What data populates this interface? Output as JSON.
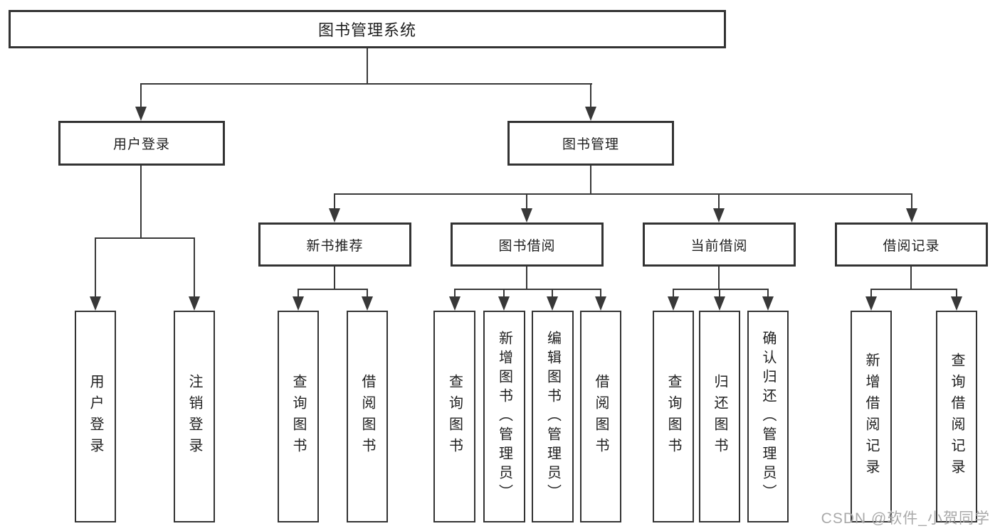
{
  "diagram": {
    "title": "图书管理系统",
    "branches": [
      {
        "label": "用户登录",
        "children": [
          "用户登录",
          "注销登录"
        ]
      },
      {
        "label": "图书管理",
        "sections": [
          {
            "label": "新书推荐",
            "children": [
              "查询图书",
              "借阅图书"
            ]
          },
          {
            "label": "图书借阅",
            "children": [
              "查询图书",
              "新增图书（管理员）",
              "编辑图书（管理员）",
              "借阅图书"
            ]
          },
          {
            "label": "当前借阅",
            "children": [
              "查询图书",
              "归还图书",
              "确认归还（管理员）"
            ]
          },
          {
            "label": "借阅记录",
            "children": [
              "新增借阅记录",
              "查询借阅记录"
            ]
          }
        ]
      }
    ]
  },
  "watermark": {
    "text": "CSDN @软件_小贺同学"
  },
  "colors": {
    "line": "#383838",
    "box_border": "#333333",
    "text": "#202020",
    "background": "#ffffff",
    "watermark": "#a9a9a9"
  }
}
